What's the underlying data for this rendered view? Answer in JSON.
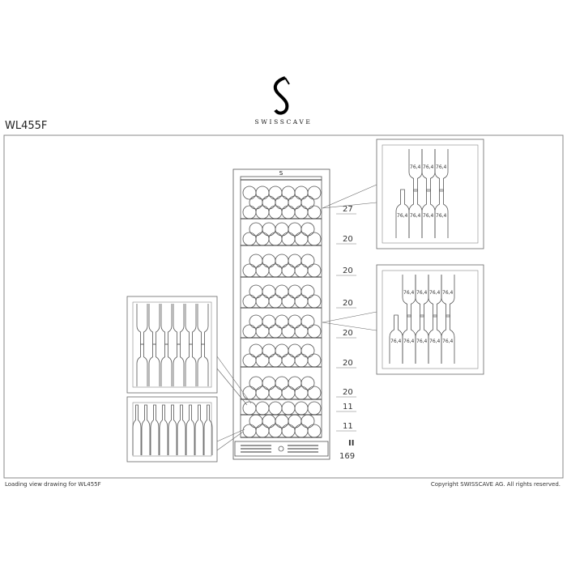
{
  "header": {
    "model": "WL455F",
    "brand": "SWISSCAVE",
    "logo_letter": "S"
  },
  "shelf_spacings": [
    "27",
    "20",
    "20",
    "20",
    "20",
    "20",
    "20",
    "11",
    "11"
  ],
  "base_marker": "II",
  "total_height": "169",
  "bottle_width_label": "76,4",
  "footer": {
    "left": "Loading view drawing for WL455F",
    "right": "Copyright SWISSCAVE AG. All rights reserved."
  }
}
